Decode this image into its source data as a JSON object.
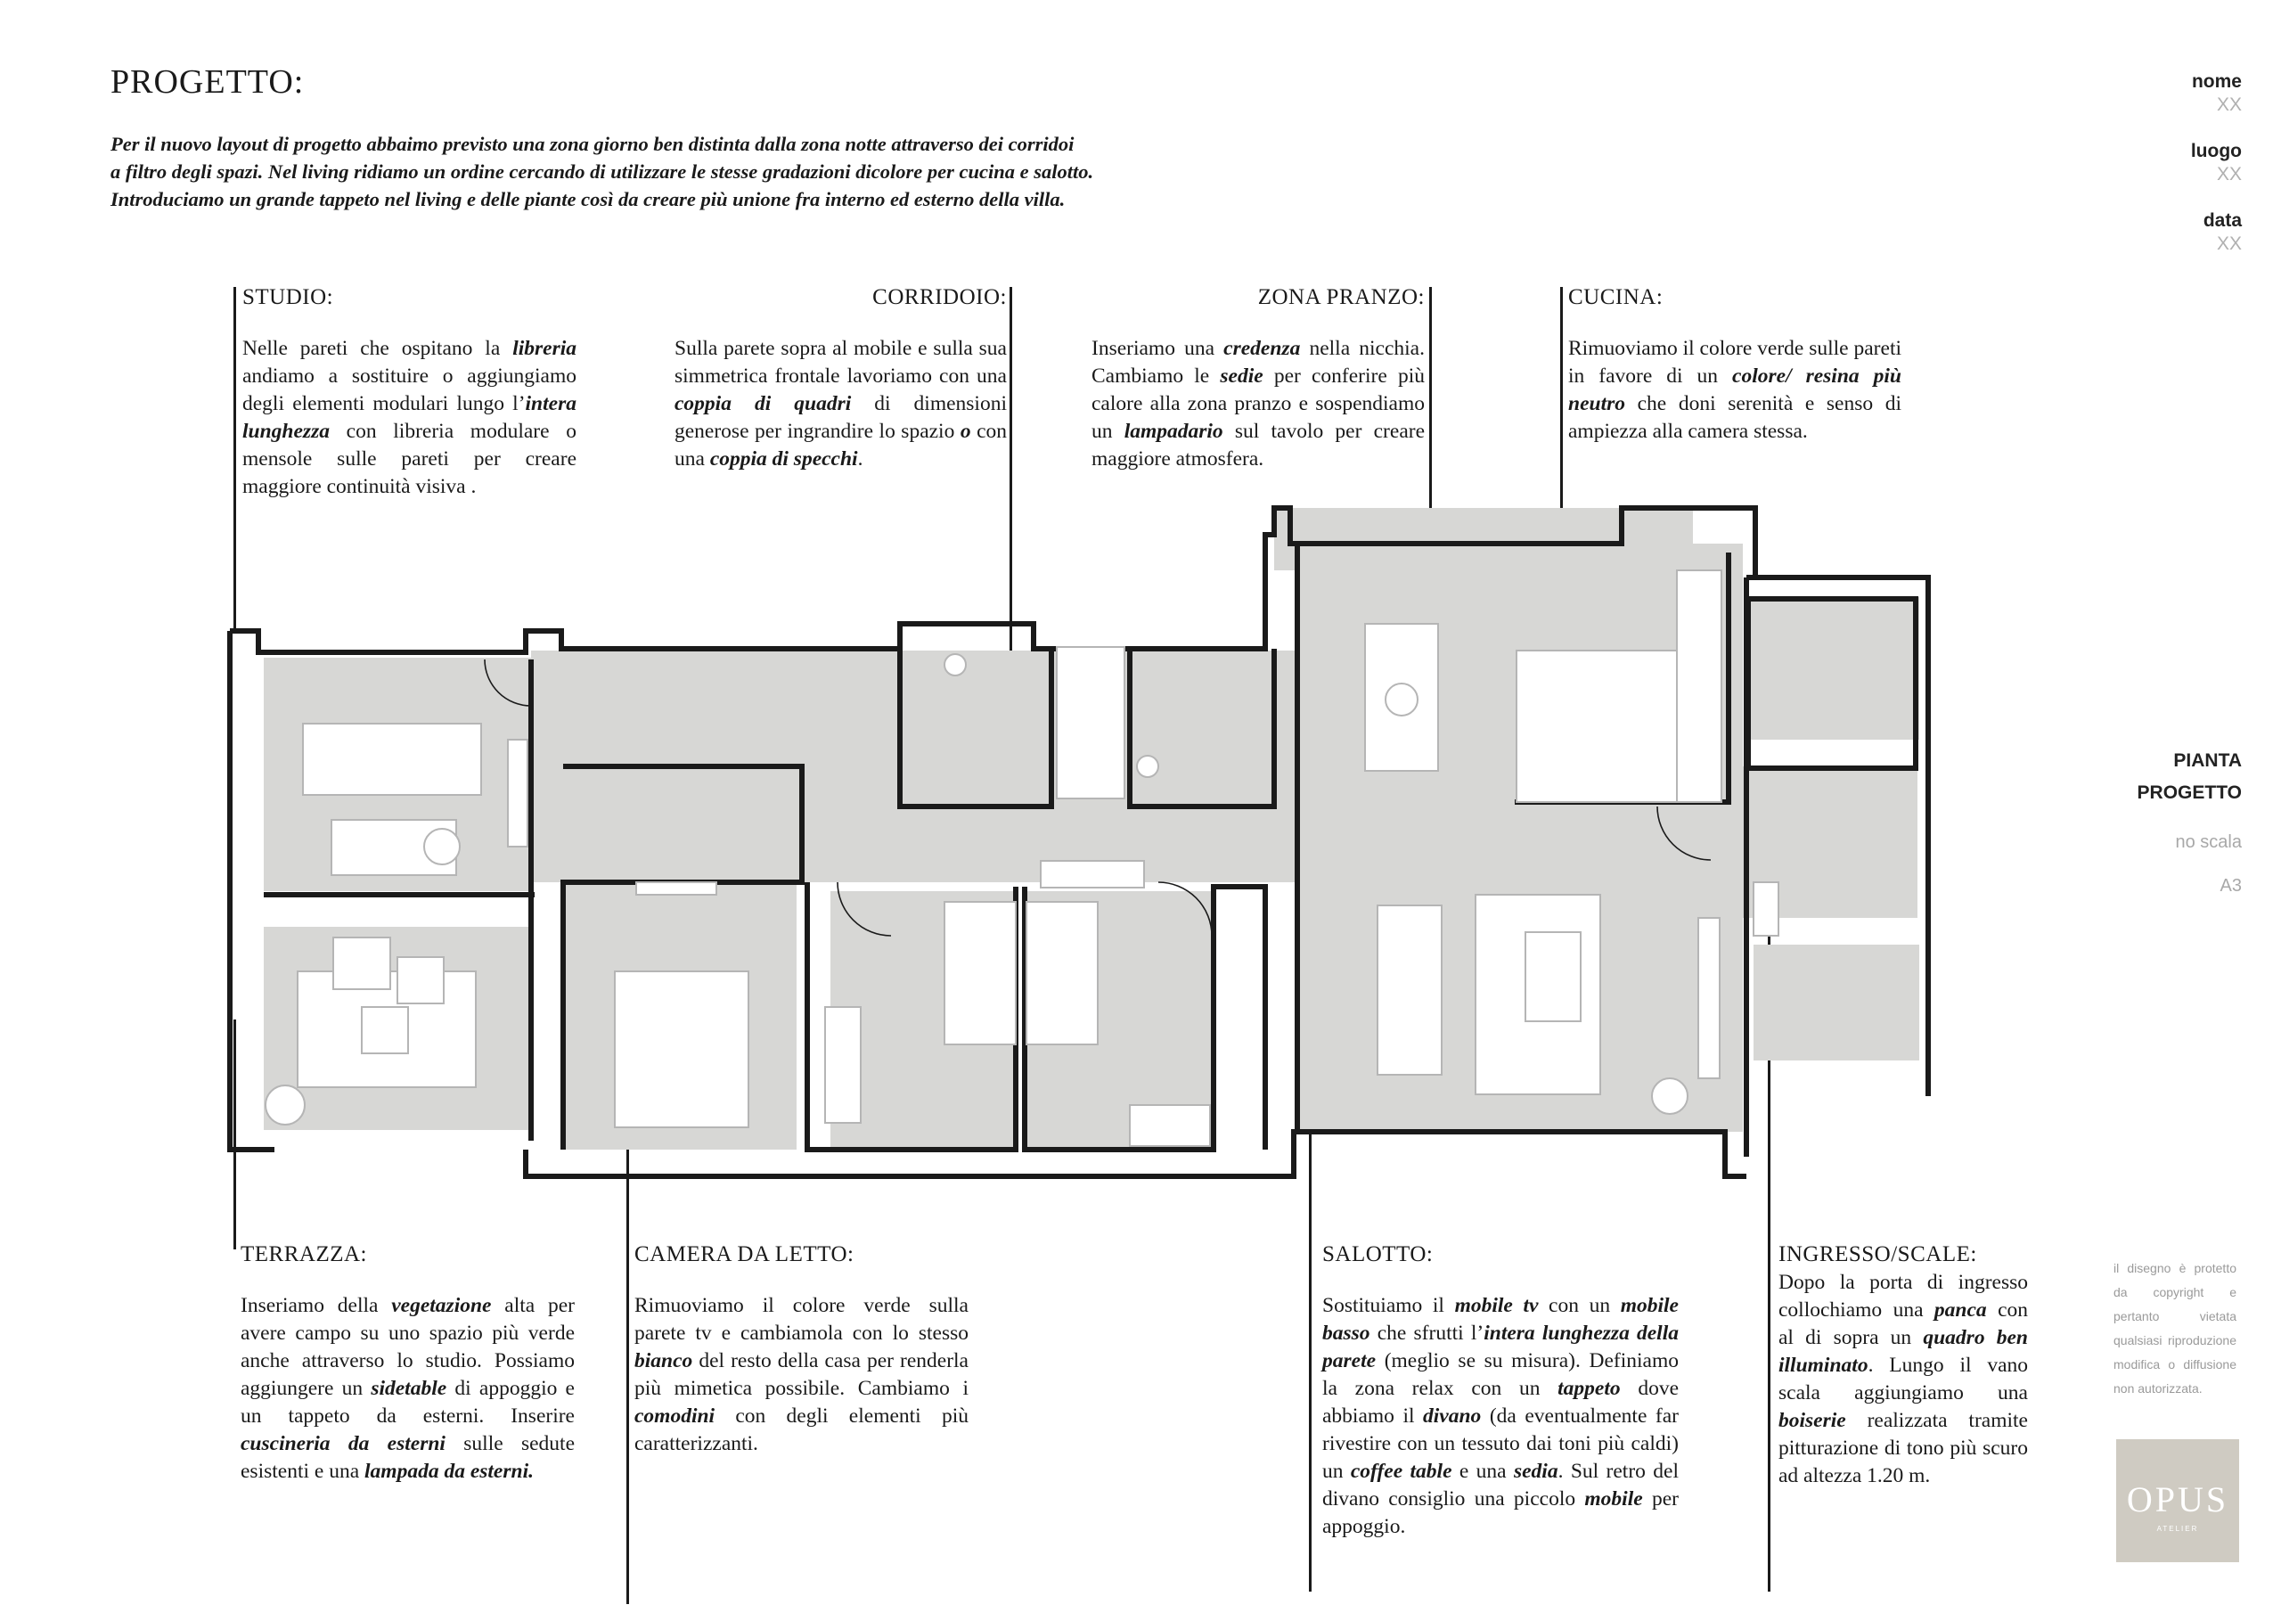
{
  "title": "PROGETTO:",
  "intro": [
    "Per il nuovo layout di progetto abbaimo previsto una zona giorno ben distinta dalla zona notte attraverso dei corridoi",
    "a filtro degli spazi. Nel living ridiamo un ordine cercando di  utilizzare le stesse gradazioni dicolore per cucina e salotto.",
    "Introduciamo un grande tappeto nel living e delle piante così da creare più unione fra interno ed esterno della villa."
  ],
  "meta": [
    {
      "label": "nome",
      "value": "XX"
    },
    {
      "label": "luogo",
      "value": "XX"
    },
    {
      "label": "data",
      "value": "XX"
    }
  ],
  "plan_label": {
    "line1": "PIANTA",
    "line2": "PROGETTO",
    "scale": "no scala",
    "format": "A3"
  },
  "copyright": "il disegno è protetto da copyright e pertanto vietata qualsiasi riproduzione modifica o diffusione non autorizzata.",
  "logo": {
    "brand": "OPUS",
    "sub": "ATELIER"
  },
  "colors": {
    "floor": "#d7d7d5",
    "wall": "#1a1a1a",
    "furniture": "#ffffff",
    "logo_bg": "#cfcbc2"
  },
  "notes": {
    "studio": {
      "heading": "STUDIO:",
      "html": "Nelle pareti che ospitano la <b>libreria</b> andiamo a sostituire o aggiungiamo degli elementi modulari lungo l’<b>intera lunghezza</b> con libreria modulare o mensole sulle pareti per creare maggiore continuità visiva ."
    },
    "corridoio": {
      "heading": "CORRIDOIO:",
      "html": "Sulla parete sopra al mobile e sulla sua simmetrica frontale lavoriamo con una <b>coppia di quadri</b> di dimensioni generose per ingrandire lo spazio <b>o</b> con una <b>coppia di specchi</b>."
    },
    "zona_pranzo": {
      "heading": "ZONA PRANZO:",
      "html": "Inseriamo una <b>credenza</b> nella nicchia. Cambiamo le <b>sedie</b> per conferire più calore alla zona pranzo e sospendiamo un <b>lampadario</b> sul tavolo per creare maggiore atmosfera."
    },
    "cucina": {
      "heading": "CUCINA:",
      "html": "Rimuoviamo il colore verde sulle pareti in favore di un <b>colore/ resina più neutro</b> che doni serenità e senso di ampiezza alla camera stessa."
    },
    "terrazza": {
      "heading": "TERRAZZA:",
      "html": "Inseriamo della <b>vegetazione</b> alta per avere campo su uno spazio più verde anche attraverso lo studio. Possiamo aggiungere un <b>sidetable</b> di appoggio e un tappeto da esterni. Inserire <b>cuscineria da esterni</b> sulle sedute esistenti e una <b>lampada da esterni.</b>"
    },
    "camera": {
      "heading": "CAMERA DA LETTO:",
      "html": "Rimuoviamo il colore verde sulla parete tv e cambiamola con lo stesso <b>bianco</b> del resto della casa per renderla più mimetica possibile. Cambiamo i <b>comodini</b> con degli elementi più caratterizzanti."
    },
    "salotto": {
      "heading": "SALOTTO:",
      "html": "Sostituiamo il <b>mobile tv</b> con un <b>mobile basso</b> che sfrutti l’<b>intera lunghezza della parete</b> (meglio se su misura). Definiamo la zona relax con un <b>tappeto</b> dove abbiamo il <b>divano</b> (da eventualmente far rivestire con un tessuto dai toni più caldi) un <b>coffee table</b> e una <b>sedia</b>. Sul retro del divano consiglio una piccolo <b>mobile</b> per appoggio."
    },
    "ingresso": {
      "heading": "INGRESSO/SCALE:",
      "html": "Dopo la porta di ingresso collochiamo una <b>panca</b> con al di sopra un <b>quadro ben illuminato</b>. Lungo il vano scala aggiungiamo una <b>boiserie</b> realizzata tramite pitturazione di tono più scuro ad altezza 1.20 m."
    }
  }
}
